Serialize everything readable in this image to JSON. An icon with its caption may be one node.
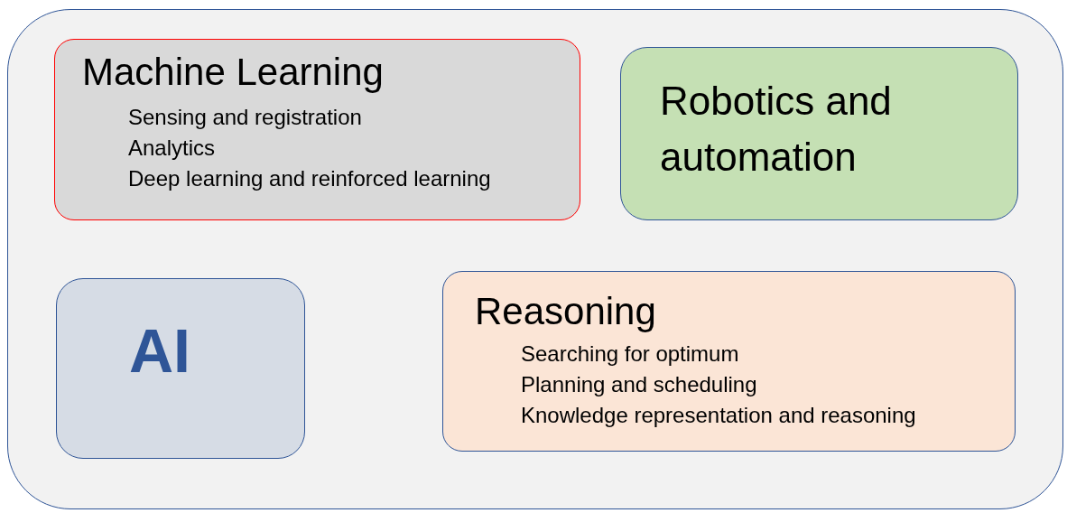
{
  "diagram": {
    "nodes": [
      {
        "text": [],
        "shape": "box"
      },
      {
        "text": [
          "Machine Learning",
          "Sensing and registration",
          "Analytics",
          "Deep learning and reinforced learning"
        ],
        "in": 0
      },
      {
        "text": [
          "Robotics and automation"
        ],
        "in": 0
      },
      {
        "text": [
          "AI"
        ],
        "in": 0
      },
      {
        "text": [
          "Reasoning",
          "Searching for optimum",
          "Planning and scheduling",
          "Knowledge representation and reasoning"
        ],
        "in": 0
      }
    ],
    "edges": []
  }
}
